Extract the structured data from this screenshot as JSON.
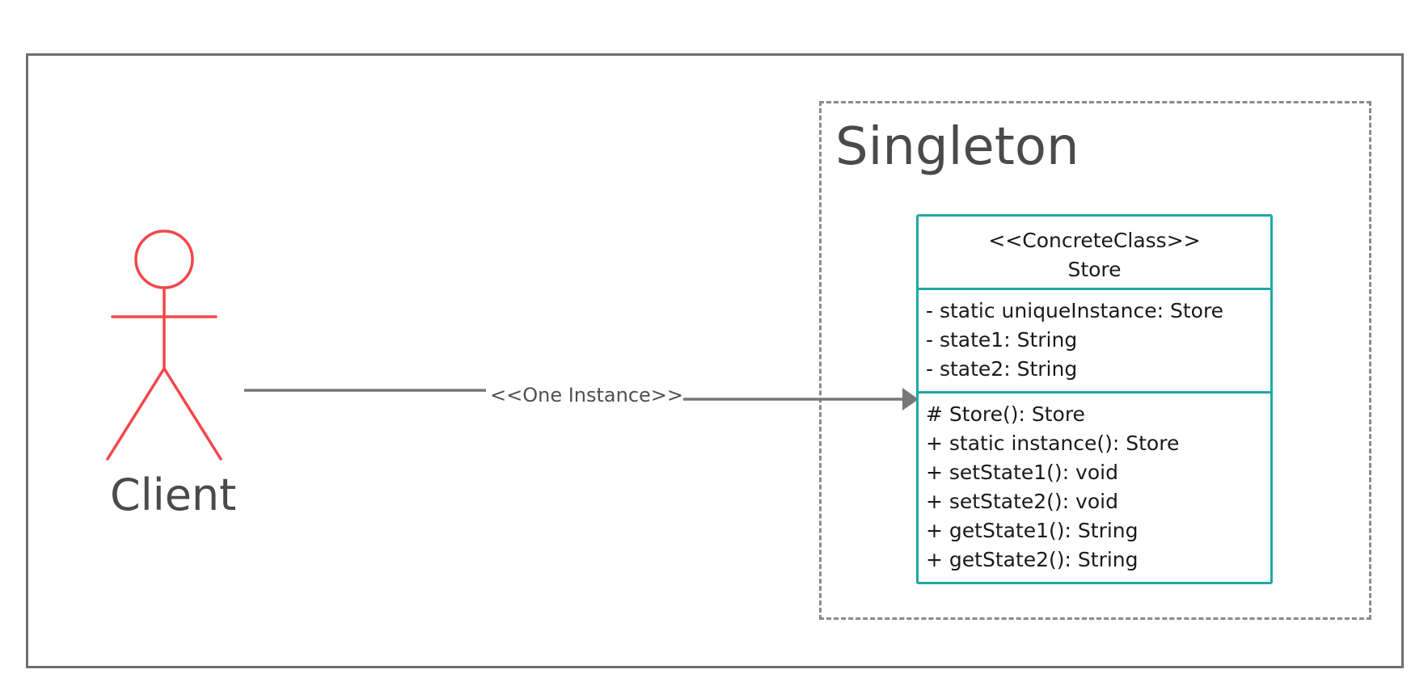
{
  "diagram": {
    "package": {
      "title": "Singleton"
    },
    "actor": {
      "label": "Client",
      "color": "#f2474a"
    },
    "association": {
      "label": "<<One Instance>>"
    },
    "class": {
      "stereotype": "<<ConcreteClass>>",
      "name": "Store",
      "border_color": "#1fa9a3",
      "attributes": [
        "- static uniqueInstance: Store",
        "- state1: String",
        "- state2: String"
      ],
      "operations": [
        "# Store(): Store",
        "+ static instance(): Store",
        "+ setState1(): void",
        "+ setState2(): void",
        "+ getState1(): String",
        "+ getState2(): String"
      ]
    }
  }
}
